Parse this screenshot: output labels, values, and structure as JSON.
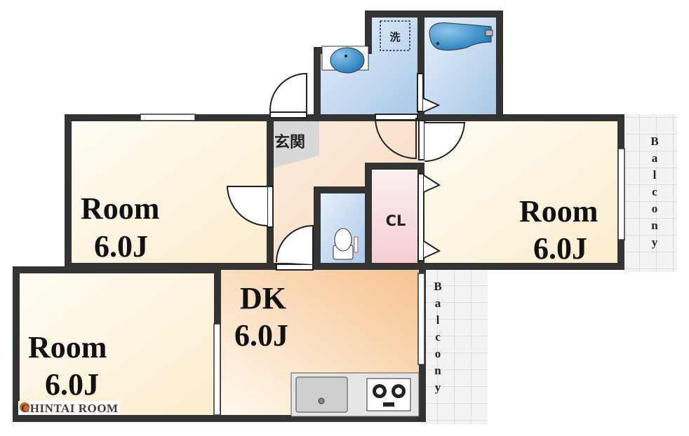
{
  "rooms": {
    "room_top_left": {
      "name": "Room",
      "size": "6.0J"
    },
    "room_right": {
      "name": "Room",
      "size": "6.0J"
    },
    "dk": {
      "name": "DK",
      "size": "6.0J"
    },
    "room_bottom_left": {
      "name": "Room",
      "size": "6.0J"
    },
    "closet": {
      "name": "CL"
    },
    "entrance": {
      "name": "玄関"
    },
    "washer": {
      "name": "洗"
    }
  },
  "balcony_right": {
    "letters": [
      "B",
      "a",
      "l",
      "c",
      "o",
      "n",
      "y"
    ]
  },
  "balcony_bottom": {
    "letters": [
      "B",
      "a",
      "l",
      "c",
      "o",
      "n",
      "y"
    ]
  },
  "logo": {
    "text": "CHINTAI ROOM"
  },
  "colors": {
    "wall": "#333333",
    "room": "#fdf3dc",
    "water": "#bcd6ee",
    "closet": "#f6d9dc",
    "dk": "#f7c89a"
  }
}
